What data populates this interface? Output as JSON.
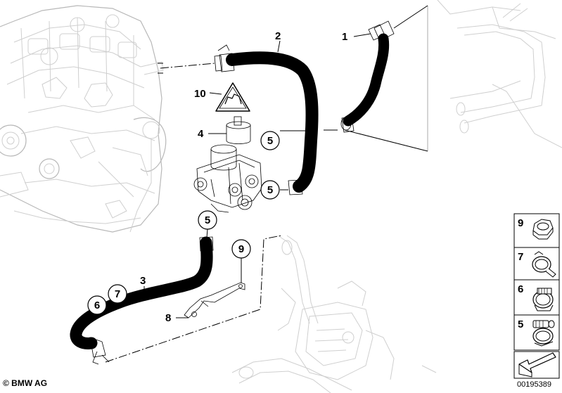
{
  "callouts": {
    "c1": "1",
    "c2": "2",
    "c3": "3",
    "c4": "4",
    "c5a": "5",
    "c5b": "5",
    "c5c": "5",
    "c6": "6",
    "c7": "7",
    "c8": "8",
    "c9": "9",
    "c10": "10"
  },
  "legend_panel": {
    "items": [
      {
        "number": "9",
        "icon": "nut-icon"
      },
      {
        "number": "7",
        "icon": "spring-clamp-icon"
      },
      {
        "number": "6",
        "icon": "hose-clamp-icon"
      },
      {
        "number": "5",
        "icon": "screw-clamp-icon"
      }
    ],
    "arrow_icon": "orientation-arrow-icon"
  },
  "footer": {
    "copyright": "© BMW AG",
    "document_number": "00195389"
  },
  "colors": {
    "line": "#000000",
    "engine": "#cfcfcf"
  }
}
